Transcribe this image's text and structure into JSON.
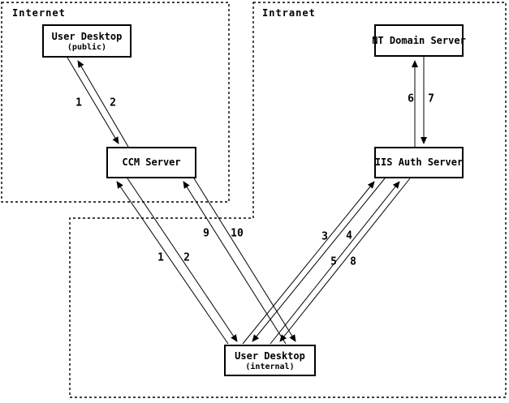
{
  "diagram": {
    "zones": [
      {
        "label": "Internet"
      },
      {
        "label": "Intranet"
      }
    ],
    "nodes": [
      {
        "title": "User Desktop",
        "subtitle": "(public)",
        "zone": "Internet"
      },
      {
        "title": "CCM Server",
        "subtitle": "",
        "zone": "Internet"
      },
      {
        "title": "NT Domain Server",
        "subtitle": "",
        "zone": "Intranet"
      },
      {
        "title": "IIS Auth Server",
        "subtitle": "",
        "zone": "Intranet"
      },
      {
        "title": "User Desktop",
        "subtitle": "(internal)",
        "zone": "Intranet"
      }
    ],
    "flow_labels": [
      {
        "label": "1",
        "from": "User Desktop (public)",
        "to": "CCM Server"
      },
      {
        "label": "2",
        "from": "CCM Server",
        "to": "User Desktop (public)"
      },
      {
        "label": "1",
        "from": "User Desktop (internal)",
        "to": "CCM Server"
      },
      {
        "label": "2",
        "from": "CCM Server",
        "to": "User Desktop (internal)"
      },
      {
        "label": "9",
        "from": "User Desktop (internal)",
        "to": "CCM Server"
      },
      {
        "label": "10",
        "from": "CCM Server",
        "to": "User Desktop (internal)"
      },
      {
        "label": "3",
        "from": "User Desktop (internal)",
        "to": "IIS Auth Server"
      },
      {
        "label": "4",
        "from": "IIS Auth Server",
        "to": "User Desktop (internal)"
      },
      {
        "label": "5",
        "from": "User Desktop (internal)",
        "to": "IIS Auth Server"
      },
      {
        "label": "8",
        "from": "IIS Auth Server",
        "to": "User Desktop (internal)"
      },
      {
        "label": "6",
        "from": "IIS Auth Server",
        "to": "NT Domain Server"
      },
      {
        "label": "7",
        "from": "NT Domain Server",
        "to": "IIS Auth Server"
      }
    ],
    "colors": {
      "line": "#000000",
      "background": "#ffffff"
    }
  }
}
